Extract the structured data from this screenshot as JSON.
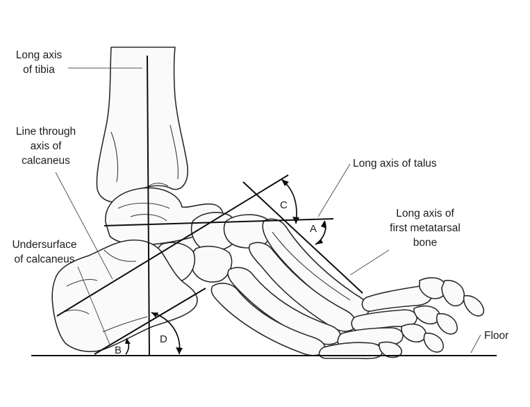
{
  "labels": {
    "tibia_axis": [
      "Long axis",
      "of tibia"
    ],
    "calcaneus_line": [
      "Line through",
      "axis of",
      "calcaneus"
    ],
    "calcaneus_undersurface": [
      "Undersurface",
      "of calcaneus"
    ],
    "talus_axis": "Long axis of talus",
    "metatarsal_axis": [
      "Long axis of",
      "first metatarsal",
      "bone"
    ],
    "floor": "Floor"
  },
  "angles": {
    "a": "A",
    "b": "B",
    "c": "C",
    "d": "D"
  }
}
